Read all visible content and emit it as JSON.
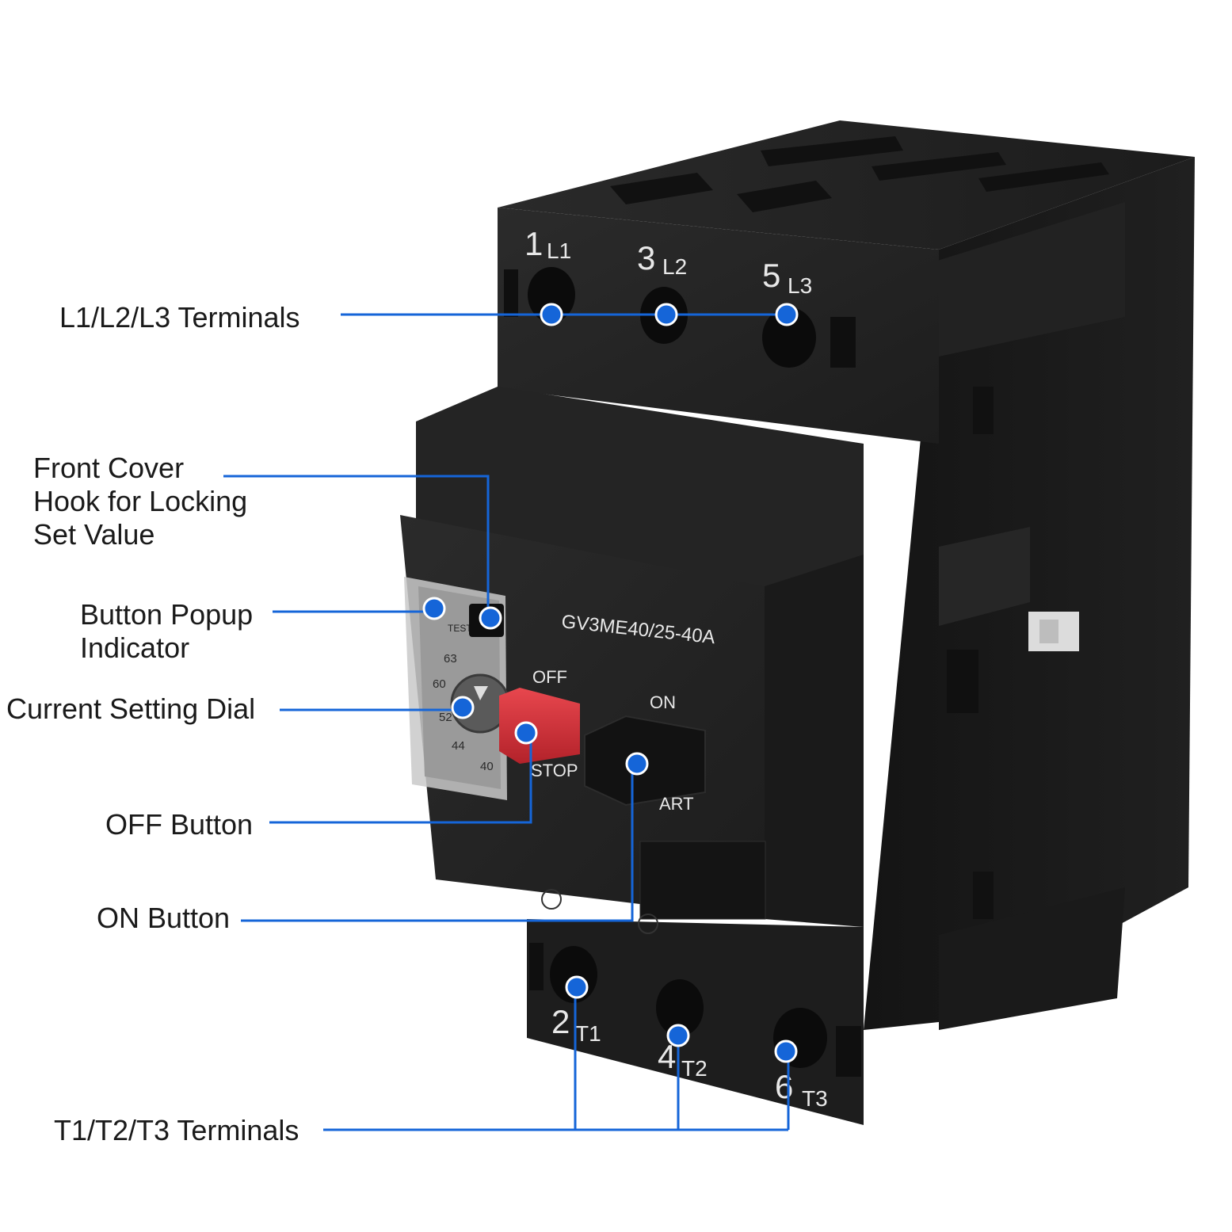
{
  "colors": {
    "leader_line": "#1565d8",
    "marker_fill": "#1565d8",
    "marker_ring": "#ffffff",
    "housing_dark": "#1b1b1b",
    "housing_mid": "#262626",
    "off_button": "#d6323a",
    "label_text": "#1a1a1a",
    "device_print": "#e8e8e8"
  },
  "device": {
    "model": "GV3ME40/25-40A",
    "top_terminals": [
      {
        "num": "1",
        "code": "L1"
      },
      {
        "num": "3",
        "code": "L2"
      },
      {
        "num": "5",
        "code": "L3"
      }
    ],
    "bottom_terminals": [
      {
        "num": "2",
        "code": "T1"
      },
      {
        "num": "4",
        "code": "T2"
      },
      {
        "num": "6",
        "code": "T3"
      }
    ],
    "off_label": "OFF",
    "stop_label": "STOP",
    "on_label": "ON",
    "start_label": "ART",
    "test_label": "TEST",
    "dial_scale": [
      "63",
      "60",
      "52",
      "44",
      "40"
    ]
  },
  "callouts": {
    "l_terminals": {
      "lines": [
        "L1/L2/L3 Terminals"
      ]
    },
    "front_cover": {
      "lines": [
        "Front Cover",
        "Hook for Locking",
        "Set Value"
      ]
    },
    "popup": {
      "lines": [
        "Button Popup",
        "Indicator"
      ]
    },
    "dial": {
      "lines": [
        "Current Setting Dial"
      ]
    },
    "off": {
      "lines": [
        "OFF Button"
      ]
    },
    "on": {
      "lines": [
        "ON Button"
      ]
    },
    "t_terminals": {
      "lines": [
        "T1/T2/T3 Terminals"
      ]
    }
  }
}
